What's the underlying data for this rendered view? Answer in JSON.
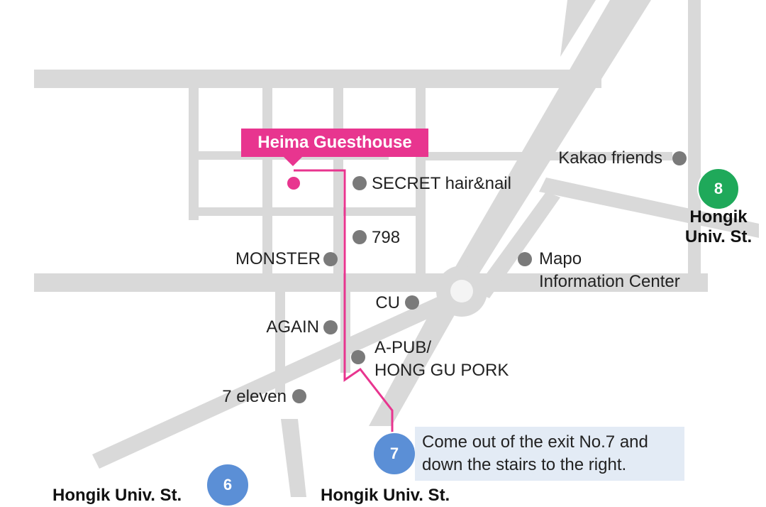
{
  "destination": {
    "name": "Heima Guesthouse",
    "color": "#e8358f"
  },
  "pois": [
    {
      "id": "kakao",
      "label": "Kakao friends"
    },
    {
      "id": "secret",
      "label": "SECRET hair&nail"
    },
    {
      "id": "798",
      "label": "798"
    },
    {
      "id": "monster",
      "label": "MONSTER"
    },
    {
      "id": "mapo",
      "label": "Mapo",
      "label2": "Information Center"
    },
    {
      "id": "cu",
      "label": "CU"
    },
    {
      "id": "again",
      "label": "AGAIN"
    },
    {
      "id": "apub",
      "label": "A-PUB/",
      "label2": "HONG GU PORK"
    },
    {
      "id": "seven",
      "label": "7 eleven"
    }
  ],
  "stations": [
    {
      "exit": "8",
      "name_line1": "Hongik",
      "name_line2": "Univ. St.",
      "color": "#1fa95a"
    },
    {
      "exit": "7",
      "name": "Hongik Univ. St.",
      "color": "#5b8fd6"
    },
    {
      "exit": "6",
      "name": "Hongik Univ. St.",
      "color": "#5b8fd6"
    }
  ],
  "note": {
    "line1": "Come out of the exit No.7 and",
    "line2": "down the stairs to the right."
  },
  "colors": {
    "road": "#d9d9d9",
    "poi_dot": "#7a7a7a",
    "route": "#e8358f",
    "note_bg": "#e3ebf5"
  }
}
